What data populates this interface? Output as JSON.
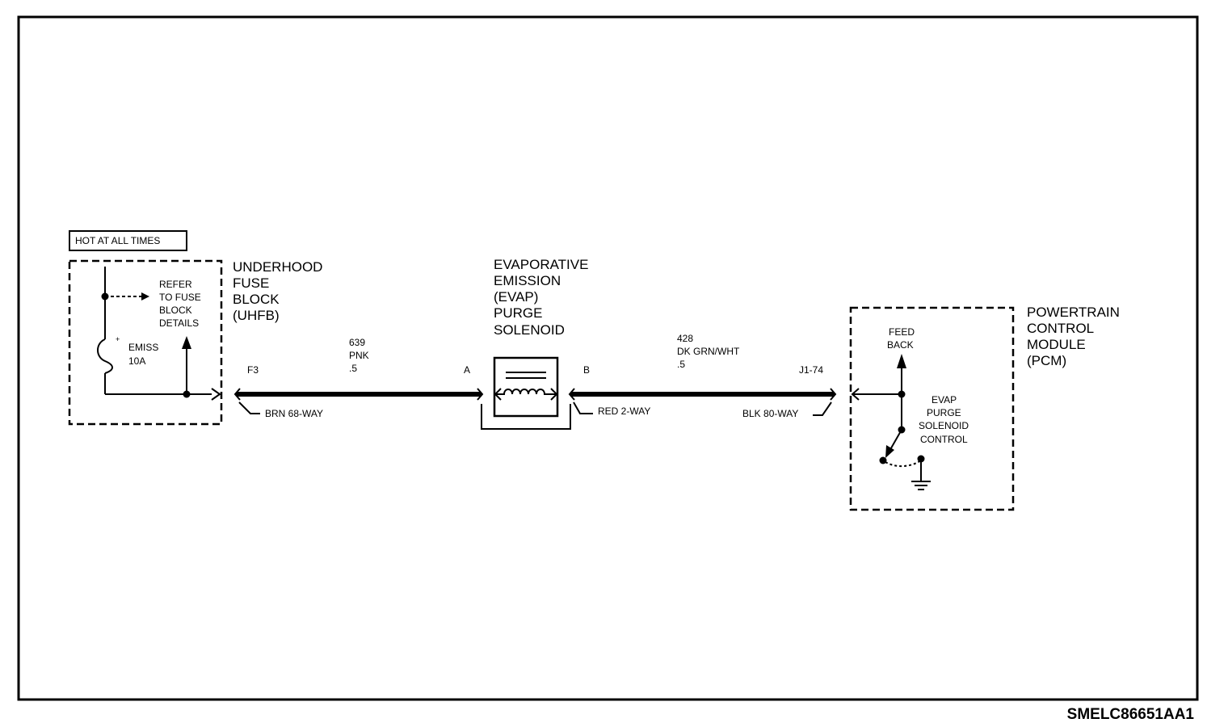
{
  "hot_label": "HOT AT ALL TIMES",
  "uhfb": {
    "name_lines": [
      "UNDERHOOD",
      "FUSE",
      "BLOCK",
      "(UHFB)"
    ],
    "refer_lines": [
      "REFER",
      "TO FUSE",
      "BLOCK",
      "DETAILS"
    ],
    "fuse_name": "EMISS",
    "fuse_rating": "10A",
    "fuse_mark": "+",
    "terminal": "F3",
    "connector": "BRN 68-WAY"
  },
  "wire_left": {
    "circuit": "639",
    "color": "PNK",
    "gauge": ".5"
  },
  "solenoid": {
    "name_lines": [
      "EVAPORATIVE",
      "EMISSION",
      "(EVAP)",
      "PURGE",
      "SOLENOID"
    ],
    "terminal_a": "A",
    "terminal_b": "B",
    "connector": "RED 2-WAY"
  },
  "wire_right": {
    "circuit": "428",
    "color": "DK GRN/WHT",
    "gauge": ".5"
  },
  "pcm": {
    "name_lines": [
      "POWERTRAIN",
      "CONTROL",
      "MODULE",
      "(PCM)"
    ],
    "terminal": "J1-74",
    "connector": "BLK 80-WAY",
    "feedback_lines": [
      "FEED",
      "BACK"
    ],
    "control_lines": [
      "EVAP",
      "PURGE",
      "SOLENOID",
      "CONTROL"
    ]
  },
  "figure_code": "SMELC86651AA1"
}
